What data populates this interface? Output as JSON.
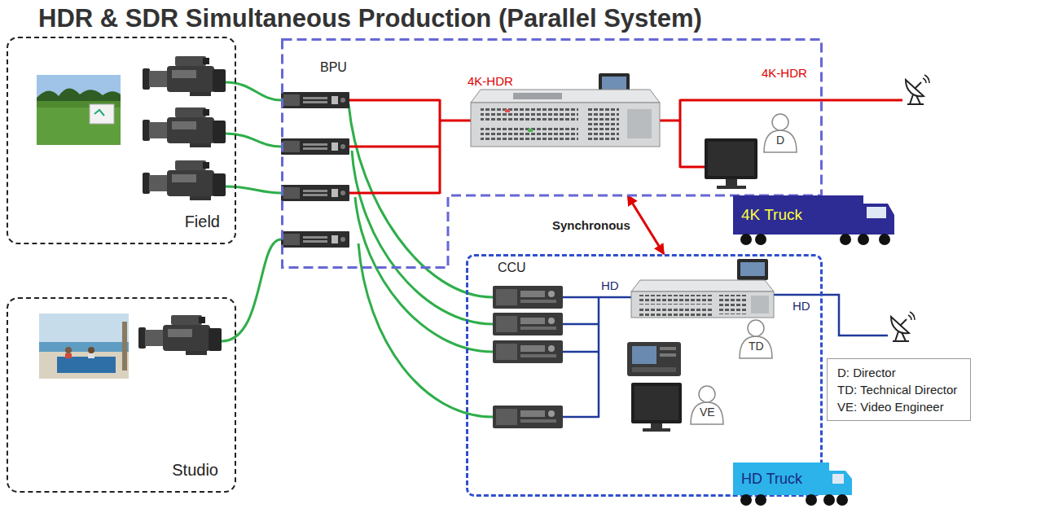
{
  "diagram": {
    "title": "HDR & SDR Simultaneous Production (Parallel System)",
    "nodes": [
      {
        "text": [
          "Field"
        ]
      },
      {
        "text": [
          "BPU"
        ]
      },
      {
        "text": [
          "D"
        ],
        "in": 1
      },
      {
        "text": [
          "4K Truck"
        ]
      },
      {
        "text": [
          "Studio"
        ]
      },
      {
        "text": [
          "CCU"
        ]
      },
      {
        "text": [
          "TD"
        ],
        "in": 5
      },
      {
        "text": [
          "VE"
        ],
        "in": 5
      },
      {
        "text": [
          "D: Director",
          "TD: Technical Director",
          "VE: Video Engineer"
        ]
      },
      {
        "text": [
          "HD Truck"
        ]
      }
    ],
    "edges": [
      {
        "from": 1,
        "to": 5,
        "arrow": "both",
        "label": "Synchronous"
      }
    ],
    "labels": [
      "4K-HDR",
      "4K-HDR",
      "HD",
      "HD"
    ]
  }
}
